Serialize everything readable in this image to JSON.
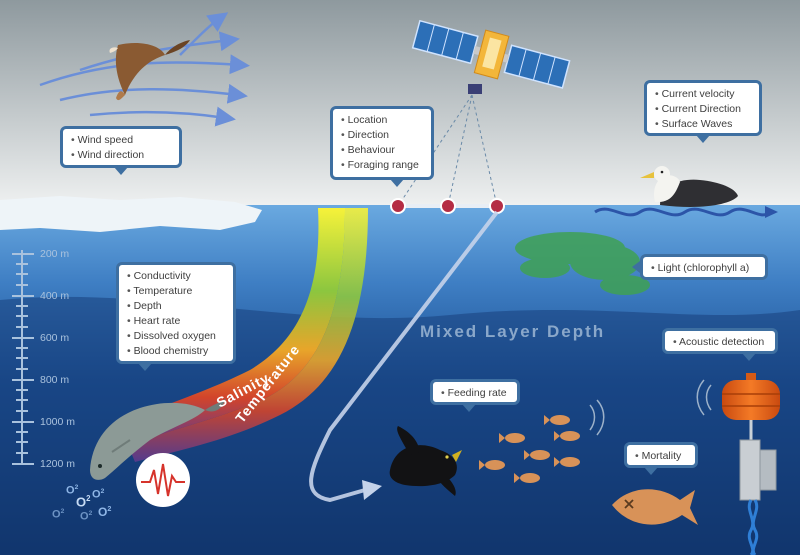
{
  "callouts": {
    "wind": [
      "Wind speed",
      "Wind direction"
    ],
    "tracking": [
      "Location",
      "Direction",
      "Behaviour",
      "Foraging range"
    ],
    "ocean_surface": [
      "Current velocity",
      "Current Direction",
      "Surface Waves"
    ],
    "seal_sensors": [
      "Conductivity",
      "Temperature",
      "Depth",
      "Heart rate",
      "Dissolved oxygen",
      "Blood chemistry"
    ],
    "light": "Light (chlorophyll a)",
    "feeding": "Feeding rate",
    "acoustic": "Acoustic detection",
    "mortality": "Mortality"
  },
  "labels": {
    "mixed_layer": "Mixed Layer Depth",
    "salinity": "Salinity",
    "temperature": "Temperature"
  },
  "depth_ticks": [
    "200 m",
    "400 m",
    "600 m",
    "800 m",
    "1000 m",
    "1200 m"
  ],
  "oxygen": [
    "O",
    "O",
    "O",
    "O",
    "O",
    "O"
  ],
  "colors": {
    "callout_border": "#3e6fa1",
    "deep_ocean": "#0b2f63",
    "surface_ocean": "#5b9bd6",
    "sky": "#cfd5d8"
  },
  "icons": [
    "albatross-flying-icon",
    "satellite-icon",
    "albatross-sitting-icon",
    "seal-icon",
    "penguin-icon",
    "fish-school-icon",
    "dead-fish-icon",
    "acoustic-buoy-icon",
    "heartbeat-icon"
  ]
}
